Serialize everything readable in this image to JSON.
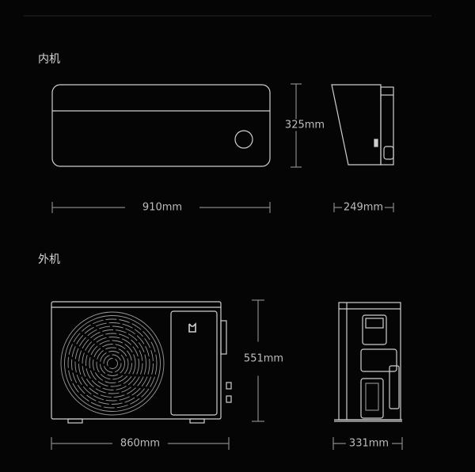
{
  "indoor": {
    "title": "内机",
    "width": "910mm",
    "height": "325mm",
    "depth": "249mm"
  },
  "outdoor": {
    "title": "外机",
    "width": "860mm",
    "height": "551mm",
    "depth": "331mm"
  },
  "colors": {
    "background": "#050505",
    "line": "#cfcfcf"
  }
}
